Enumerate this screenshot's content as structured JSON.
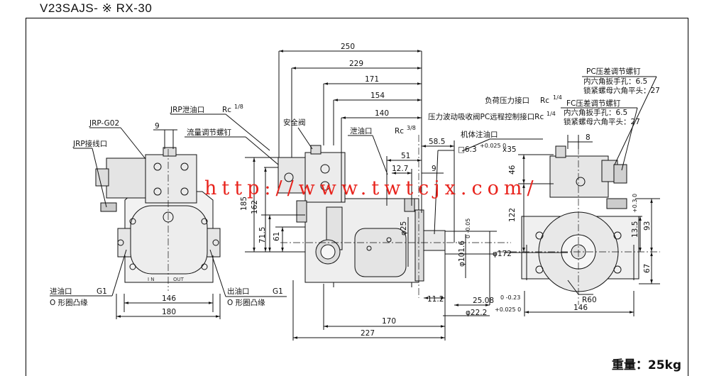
{
  "title": "V23SAJS- ※ RX-30",
  "weight_label": "重量：25kg",
  "watermark": "http://www.twtcjx.com/",
  "callouts": {
    "jrp_g02": "JRP-G02",
    "jrp_port": "JRP接线口",
    "jrp_drain": "JRP泄油口",
    "rc_1_8": "Rc",
    "rc_1_8_sup": "1/8",
    "flow_screw": "流量调节螺钉",
    "safety_valve": "安全阀",
    "drain_port": "泄油口",
    "rc_3_8": "Rc",
    "rc_3_8_sup": "3/8",
    "body_fill_port": "机体注油口",
    "load_pressure_port": "负荷压力接口",
    "rc_1_4_a": "Rc",
    "rc_1_4_a_sup": "1/4",
    "pc_remote_port": "压力波动吸收阀PC远程控制接口Rc",
    "pc_remote_sup": "1/4",
    "pc_screw": "PC压差调节螺钉",
    "pc_hex_wrench": "内六角扳手孔：6.5",
    "pc_lock_nut": "锁紧螺母六角平头：27",
    "fc_screw": "FC压差调节螺钉",
    "fc_hex_wrench": "内六角扳手孔：6.5",
    "fc_lock_nut": "锁紧螺母六角平头：27",
    "inlet_port": "进油口",
    "inlet_g1": "G1",
    "inlet_oring": "O 形圈凸缘",
    "outlet_port": "出油口",
    "outlet_g1": "G1",
    "outlet_oring": "O 形圈凸缘",
    "key_spec": "□6.3",
    "key_tol": "+0.025 0",
    "key_len": "x35",
    "stamp_in": "I N",
    "stamp_out": "OUT"
  },
  "dimensions": {
    "d250": "250",
    "d229": "229",
    "d171": "171",
    "d154": "154",
    "d140": "140",
    "d58_5": "58.5",
    "d51": "51",
    "d12_7": "12.7",
    "d9_top": "9",
    "d9_left": "9",
    "d8": "8",
    "d185": "185",
    "d162": "162",
    "d71_5": "71.5",
    "d61": "61",
    "d25": "φ25",
    "d101_6": "φ101.6",
    "d101_6_tol": "0 -0.05",
    "d172": "φ172",
    "d146_left": "146",
    "d180": "180",
    "d170": "170",
    "d227": "227",
    "d11_2": "11.2",
    "d25_08": "25.08",
    "d25_08_tol": "0 -0.23",
    "d22_2": "φ22.2",
    "d22_2_tol": "+0.025 0",
    "d46": "46",
    "d122": "122",
    "d13_5": "13.5",
    "d13_5_tol": "+0.3 0",
    "d93": "93",
    "d67": "67",
    "d146_right": "146",
    "r60": "R60"
  }
}
